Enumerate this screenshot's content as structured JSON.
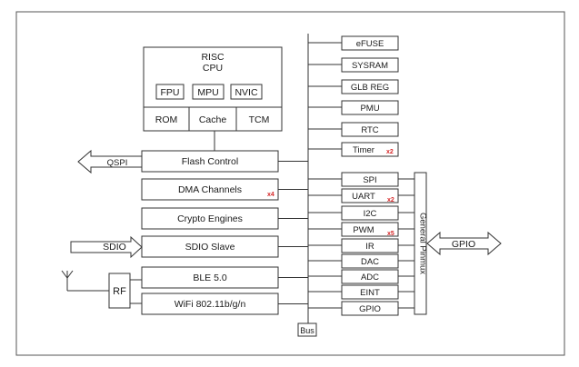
{
  "cpu": {
    "title": "RISC\nCPU",
    "units": [
      "FPU",
      "MPU",
      "NVIC"
    ],
    "memories": [
      "ROM",
      "Cache",
      "TCM"
    ]
  },
  "left_blocks": [
    {
      "label": "Flash Control",
      "mult": ""
    },
    {
      "label": "DMA Channels",
      "mult": "x4"
    },
    {
      "label": "Crypto Engines",
      "mult": ""
    },
    {
      "label": "SDIO Slave",
      "mult": ""
    },
    {
      "label": "BLE 5.0",
      "mult": ""
    },
    {
      "label": "WiFi 802.11b/g/n",
      "mult": ""
    }
  ],
  "external": {
    "qspi": "QSPI",
    "sdio": "SDIO",
    "rf": "RF",
    "gpio": "GPIO"
  },
  "right_top": [
    {
      "label": "eFUSE",
      "mult": ""
    },
    {
      "label": "SYSRAM",
      "mult": ""
    },
    {
      "label": "GLB REG",
      "mult": ""
    },
    {
      "label": "PMU",
      "mult": ""
    },
    {
      "label": "RTC",
      "mult": ""
    },
    {
      "label": "Timer",
      "mult": "x2"
    }
  ],
  "right_periph": [
    {
      "label": "SPI",
      "mult": ""
    },
    {
      "label": "UART",
      "mult": "x2"
    },
    {
      "label": "I2C",
      "mult": ""
    },
    {
      "label": "PWM",
      "mult": "x5"
    },
    {
      "label": "IR",
      "mult": ""
    },
    {
      "label": "DAC",
      "mult": ""
    },
    {
      "label": "ADC",
      "mult": ""
    },
    {
      "label": "EINT",
      "mult": ""
    },
    {
      "label": "GPIO",
      "mult": ""
    }
  ],
  "pinmux": "General Pinmux",
  "bus": "Bus"
}
